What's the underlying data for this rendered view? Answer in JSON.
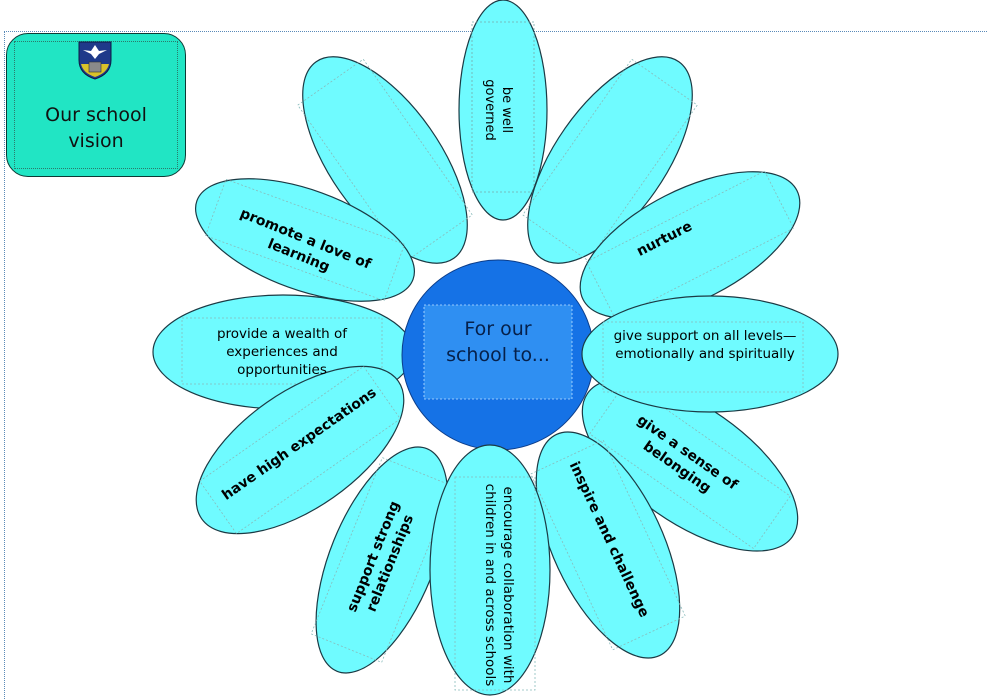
{
  "title_box": {
    "crest_icon": "school-crest-icon",
    "line1": "Our school",
    "line2": "vision"
  },
  "center": {
    "line1": "For our",
    "line2": "school to..."
  },
  "petals": [
    {
      "id": "be-well-governed",
      "text": "be well governed"
    },
    {
      "id": "nurture",
      "text": "nurture"
    },
    {
      "id": "give-support",
      "text": "give support on all levels—emotionally and spiritually"
    },
    {
      "id": "sense-of-belonging",
      "text": "give a sense of belonging"
    },
    {
      "id": "inspire-and-challenge",
      "text": "inspire and challenge"
    },
    {
      "id": "encourage-collaboration",
      "text": "encourage collaboration with children in and across schools"
    },
    {
      "id": "support-strong-relationships",
      "text": "support strong relationships"
    },
    {
      "id": "have-high-expectations",
      "text": "have high expectations"
    },
    {
      "id": "provide-wealth",
      "text": "provide a wealth of experiences and opportunities"
    },
    {
      "id": "promote-love-of-learning",
      "text": "promote a love of learning"
    }
  ],
  "colors": {
    "petal_fill": "#6ffbff",
    "petal_stroke": "#1b3a44",
    "center_fill": "#1572e6",
    "center_inner": "#2f8ff2",
    "title_box_fill": "#21e5c4"
  }
}
